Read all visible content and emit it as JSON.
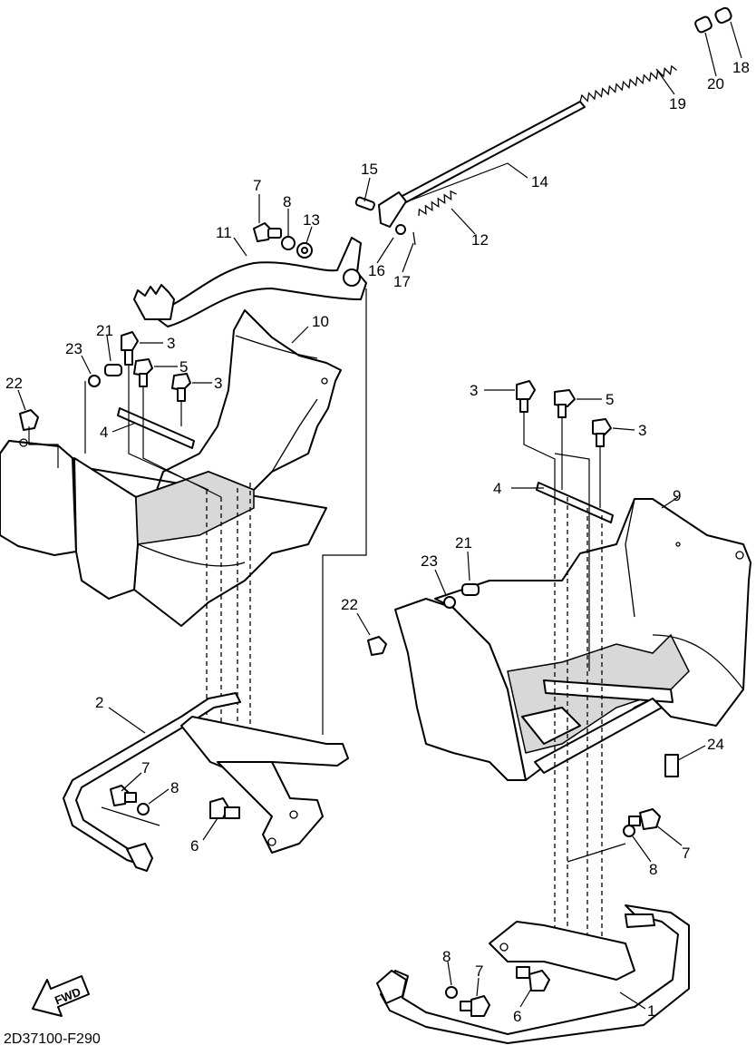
{
  "diagram": {
    "code": "2D37100-F290",
    "fwd_label": "FWD",
    "callouts": [
      {
        "id": "c1",
        "text": "1"
      },
      {
        "id": "c2",
        "text": "2"
      },
      {
        "id": "c3a",
        "text": "3"
      },
      {
        "id": "c3b",
        "text": "3"
      },
      {
        "id": "c3c",
        "text": "3"
      },
      {
        "id": "c3d",
        "text": "3"
      },
      {
        "id": "c4a",
        "text": "4"
      },
      {
        "id": "c4b",
        "text": "4"
      },
      {
        "id": "c5a",
        "text": "5"
      },
      {
        "id": "c5b",
        "text": "5"
      },
      {
        "id": "c6a",
        "text": "6"
      },
      {
        "id": "c6b",
        "text": "6"
      },
      {
        "id": "c7a",
        "text": "7"
      },
      {
        "id": "c7b",
        "text": "7"
      },
      {
        "id": "c7c",
        "text": "7"
      },
      {
        "id": "c7d",
        "text": "7"
      },
      {
        "id": "c8a",
        "text": "8"
      },
      {
        "id": "c8b",
        "text": "8"
      },
      {
        "id": "c8c",
        "text": "8"
      },
      {
        "id": "c8d",
        "text": "8"
      },
      {
        "id": "c9",
        "text": "9"
      },
      {
        "id": "c10",
        "text": "10"
      },
      {
        "id": "c11",
        "text": "11"
      },
      {
        "id": "c12",
        "text": "12"
      },
      {
        "id": "c13",
        "text": "13"
      },
      {
        "id": "c14",
        "text": "14"
      },
      {
        "id": "c15",
        "text": "15"
      },
      {
        "id": "c16",
        "text": "16"
      },
      {
        "id": "c17",
        "text": "17"
      },
      {
        "id": "c18",
        "text": "18"
      },
      {
        "id": "c19",
        "text": "19"
      },
      {
        "id": "c20",
        "text": "20"
      },
      {
        "id": "c21a",
        "text": "21"
      },
      {
        "id": "c21b",
        "text": "21"
      },
      {
        "id": "c22a",
        "text": "22"
      },
      {
        "id": "c22b",
        "text": "22"
      },
      {
        "id": "c23a",
        "text": "23"
      },
      {
        "id": "c23b",
        "text": "23"
      },
      {
        "id": "c24",
        "text": "24"
      }
    ]
  }
}
